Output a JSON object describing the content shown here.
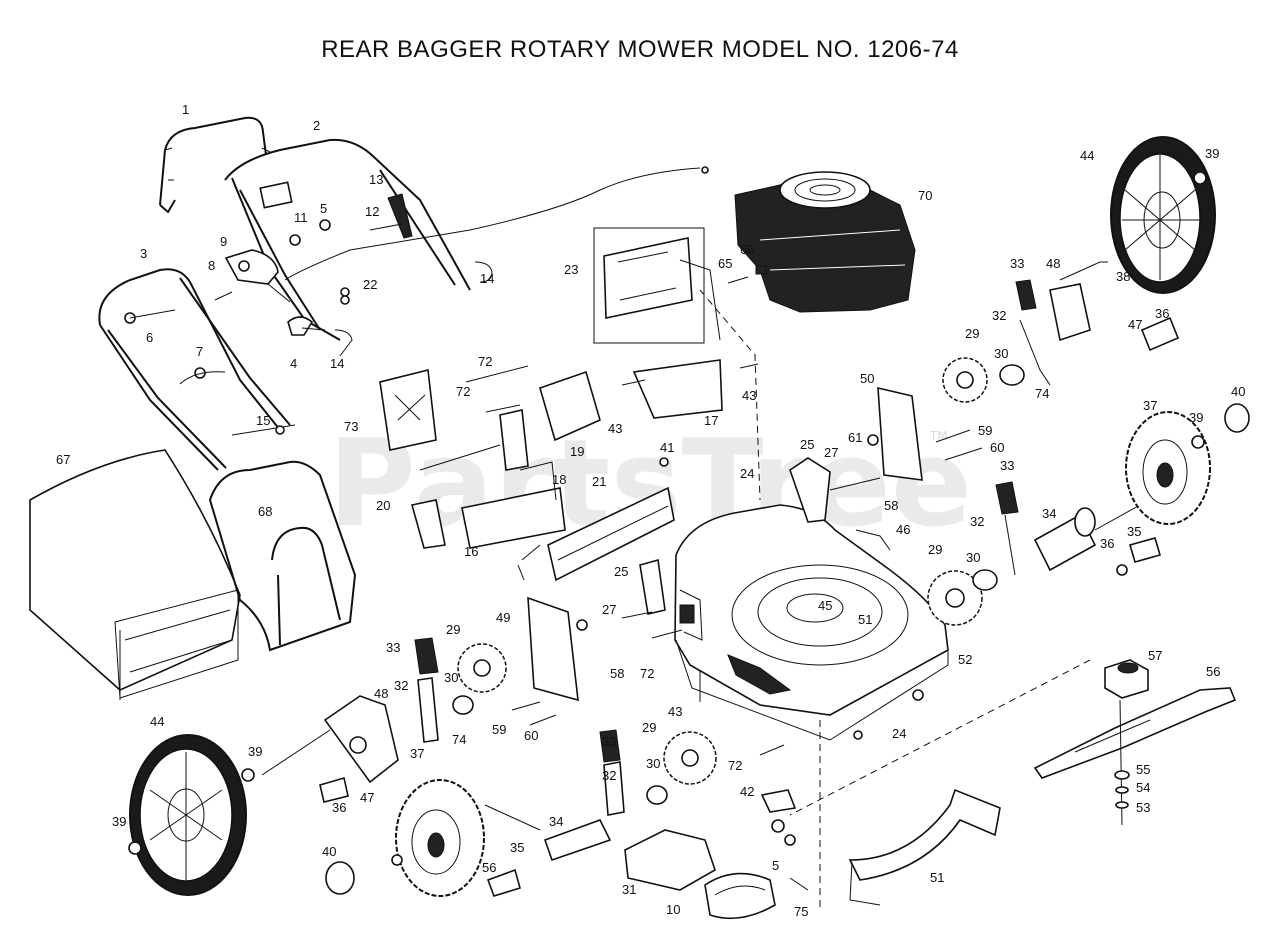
{
  "title": "REAR BAGGER ROTARY MOWER MODEL NO. 1206-74",
  "watermark": "PartsTree",
  "watermark_mark": "TM",
  "callouts": [
    "1",
    "2",
    "5",
    "11",
    "13",
    "12",
    "9",
    "8",
    "22",
    "6",
    "14",
    "3",
    "4",
    "7",
    "14",
    "15",
    "44",
    "39",
    "70",
    "65",
    "66",
    "23",
    "33",
    "48",
    "38",
    "47",
    "36",
    "29",
    "32",
    "30",
    "74",
    "50",
    "61",
    "59",
    "60",
    "43",
    "17",
    "72",
    "72",
    "73",
    "19",
    "43",
    "40",
    "37",
    "39",
    "41",
    "21",
    "18",
    "24",
    "25",
    "27",
    "58",
    "33",
    "20",
    "16",
    "68",
    "67",
    "46",
    "32",
    "34",
    "35",
    "36",
    "29",
    "30",
    "45",
    "51",
    "27",
    "49",
    "25",
    "72",
    "58",
    "33",
    "29",
    "43",
    "52",
    "57",
    "56",
    "32",
    "30",
    "59",
    "60",
    "48",
    "74",
    "39",
    "36",
    "47",
    "37",
    "44",
    "29",
    "33",
    "32",
    "30",
    "72",
    "24",
    "42",
    "55",
    "54",
    "53",
    "39",
    "40",
    "34",
    "35",
    "56",
    "31",
    "10",
    "5",
    "75",
    "51"
  ]
}
